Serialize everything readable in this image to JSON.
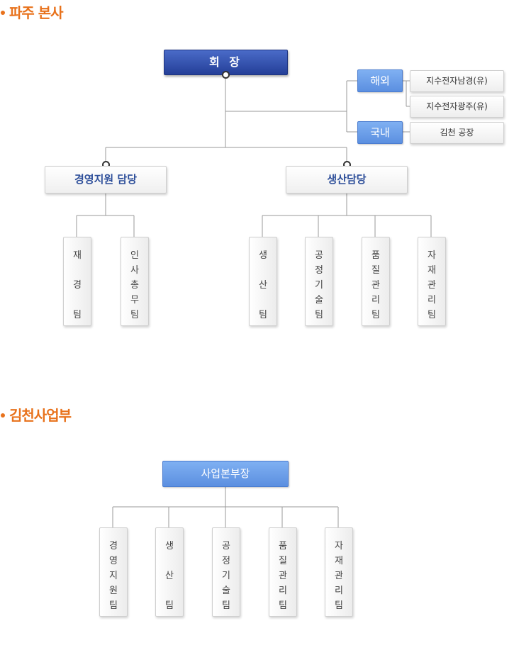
{
  "sections": {
    "paju": {
      "title": "파주 본사",
      "chairman": "회 장",
      "overseas_label": "해외",
      "domestic_label": "국내",
      "overseas": [
        "지수전자남경(유)",
        "지수전자광주(유)"
      ],
      "domestic": [
        "김천 공장"
      ],
      "mgr_left": "경영지원 담당",
      "mgr_right": "생산담당",
      "teams_left": [
        {
          "chars": [
            "재",
            "경",
            "팀"
          ]
        },
        {
          "chars": [
            "인",
            "사",
            "총",
            "무",
            "팀"
          ]
        }
      ],
      "teams_right": [
        {
          "chars": [
            "생",
            "산",
            "팀"
          ]
        },
        {
          "chars": [
            "공",
            "정",
            "기",
            "술",
            "팀"
          ]
        },
        {
          "chars": [
            "품",
            "질",
            "관",
            "리",
            "팀"
          ]
        },
        {
          "chars": [
            "자",
            "재",
            "관",
            "리",
            "팀"
          ]
        }
      ]
    },
    "gimcheon": {
      "title": "김천사업부",
      "head": "사업본부장",
      "teams": [
        {
          "chars": [
            "경",
            "영",
            "지",
            "원",
            "팀"
          ]
        },
        {
          "chars": [
            "생",
            "산",
            "팀"
          ]
        },
        {
          "chars": [
            "공",
            "정",
            "기",
            "술",
            "팀"
          ]
        },
        {
          "chars": [
            "품",
            "질",
            "관",
            "리",
            "팀"
          ]
        },
        {
          "chars": [
            "자",
            "재",
            "관",
            "리",
            "팀"
          ]
        }
      ]
    }
  },
  "colors": {
    "accent_orange": "#e8721c",
    "chairman_blue": "#243f98",
    "branch_blue": "#5b8fe0",
    "manager_text": "#2e4f9a"
  }
}
